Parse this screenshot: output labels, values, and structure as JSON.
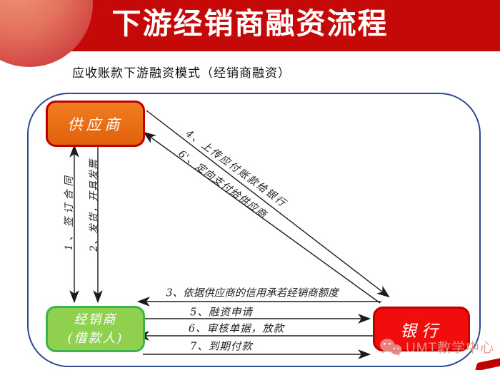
{
  "header": {
    "title": "下游经销商融资流程"
  },
  "subtitle": "应收账款下游融资模式（经销商融资）",
  "diagram": {
    "nodes": {
      "supplier": {
        "label": "供应商"
      },
      "dealer": {
        "line1": "经销商",
        "line2": "(借款人)"
      },
      "bank": {
        "label": "银行"
      }
    },
    "flows": {
      "f1": "1、签订合同",
      "f2": "2、发货，开具发票",
      "f3": "3、依据供应商的信用承若经销商额度",
      "f4": "4、上传应付账款给银行",
      "f5": "5、融资申请",
      "f6": "6、审核单据，放款",
      "f6b": "6'、定向支付给供应商",
      "f7": "7、到期付款"
    }
  },
  "watermark": {
    "icon": "wechat-icon",
    "text": "UMT教学中心"
  },
  "colors": {
    "header_red": "#C50909",
    "supplier_fill": "#E8680D",
    "supplier_border": "#C00000",
    "dealer_fill": "#8FD14F",
    "dealer_border": "#3CB44B",
    "bank_fill": "#F20D0D",
    "bank_border": "#C00000",
    "frame_border": "#2B4A8F",
    "arrow": "#1B1B1B",
    "watermark_pink": "#DD9B93"
  }
}
